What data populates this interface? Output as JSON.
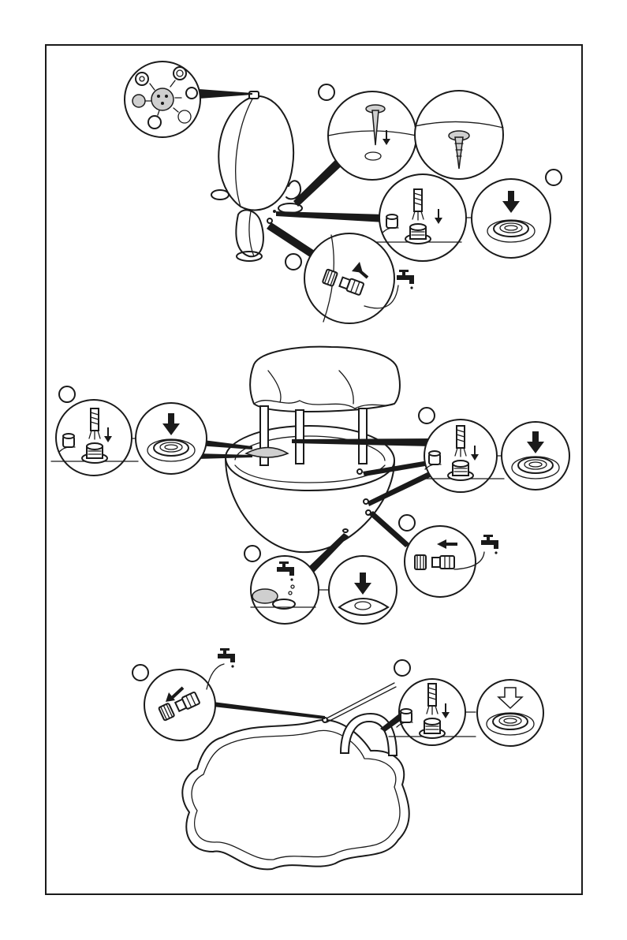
{
  "sheet": {
    "panels": [
      {
        "id": "top",
        "name": "inflatable-fountain-toy"
      },
      {
        "id": "middle",
        "name": "inflatable-ball-pool-with-canopy"
      },
      {
        "id": "bottom",
        "name": "inflatable-paddling-pool-with-arch"
      }
    ],
    "icons": [
      "tap-icon",
      "hose-connector-icon",
      "valve-plug-icon",
      "down-arrow-icon",
      "stake-icon",
      "sprinkler-dial-icon"
    ],
    "step_markers": [
      "",
      "",
      "",
      "",
      "",
      "",
      "",
      "",
      ""
    ]
  }
}
